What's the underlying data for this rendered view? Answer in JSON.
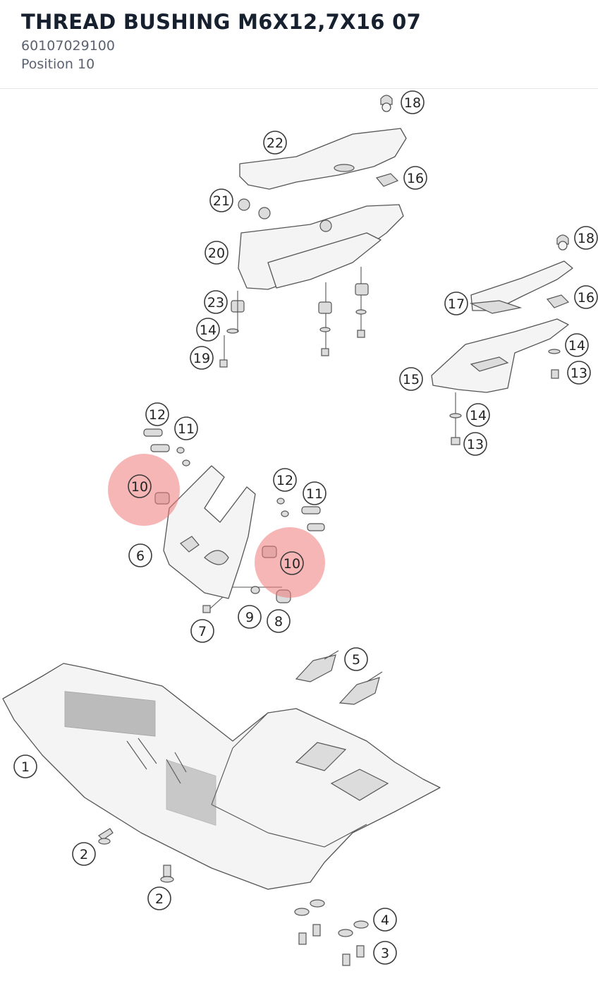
{
  "header": {
    "title": "THREAD BUSHING M6X12,7X16 07",
    "part_number": "60107029100",
    "position": "Position 10"
  },
  "highlight_color": "#f07a7a",
  "callouts": [
    {
      "label": "18"
    },
    {
      "label": "22"
    },
    {
      "label": "16"
    },
    {
      "label": "21"
    },
    {
      "label": "20"
    },
    {
      "label": "23"
    },
    {
      "label": "14"
    },
    {
      "label": "19"
    },
    {
      "label": "18"
    },
    {
      "label": "16"
    },
    {
      "label": "17"
    },
    {
      "label": "14"
    },
    {
      "label": "13"
    },
    {
      "label": "15"
    },
    {
      "label": "14"
    },
    {
      "label": "13"
    },
    {
      "label": "12"
    },
    {
      "label": "11"
    },
    {
      "label": "10"
    },
    {
      "label": "12"
    },
    {
      "label": "11"
    },
    {
      "label": "6"
    },
    {
      "label": "10"
    },
    {
      "label": "9"
    },
    {
      "label": "8"
    },
    {
      "label": "7"
    },
    {
      "label": "5"
    },
    {
      "label": "1"
    },
    {
      "label": "2"
    },
    {
      "label": "2"
    },
    {
      "label": "4"
    },
    {
      "label": "3"
    }
  ]
}
